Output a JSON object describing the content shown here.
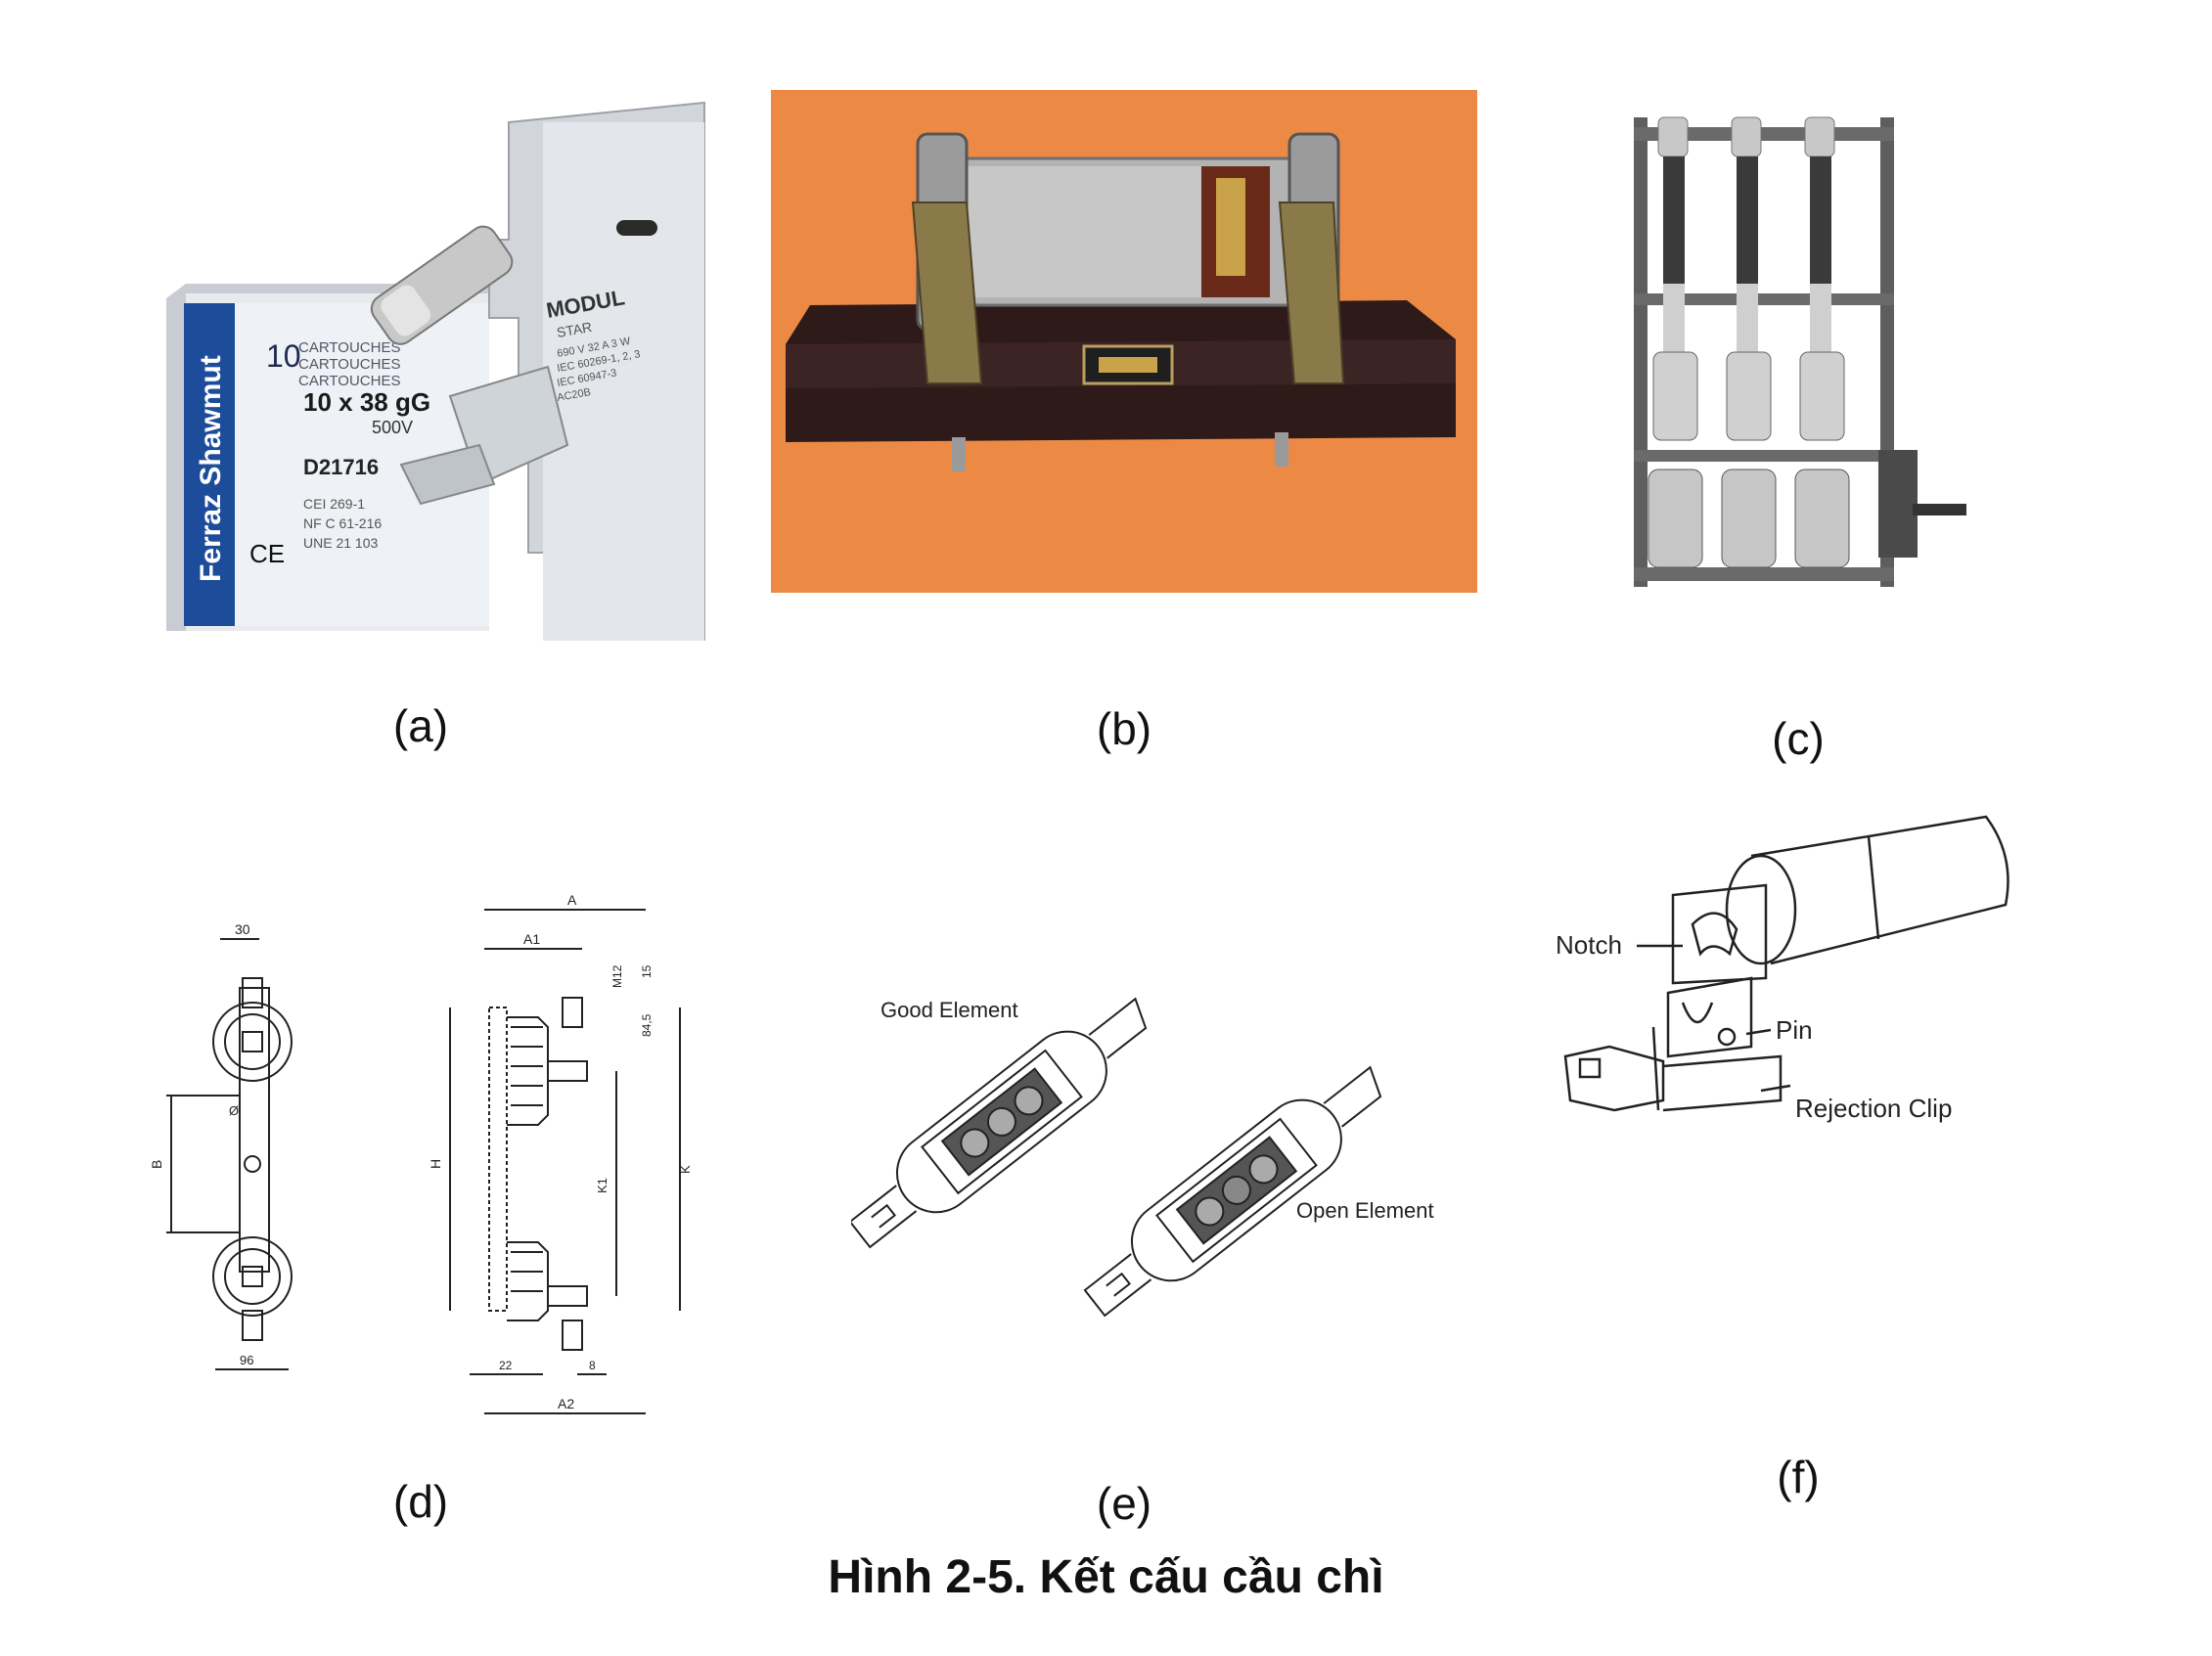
{
  "panels": {
    "a": {
      "caption": "(a)",
      "box_brand": "Ferraz Shawmut",
      "box_count": "10",
      "box_lines": [
        "CARTOUCHES",
        "CARTOUCHES",
        "CARTOUCHES"
      ],
      "box_size": "10 x 38  gG",
      "box_rating": "500V",
      "box_code": "D21716",
      "box_std": [
        "CEI 269-1",
        "NF C 61-216",
        "UNE 21 103"
      ],
      "holder_brand": "MODUL",
      "holder_sub": "STAR",
      "holder_lines": [
        "690 V  32 A  3 W",
        "IEC 60269-1, 2, 3",
        "IEC 60947-3",
        "AC20B"
      ]
    },
    "b": {
      "caption": "(b)",
      "bg_color": "#ec8a45"
    },
    "c": {
      "caption": "(c)"
    },
    "d": {
      "caption": "(d)",
      "dims": [
        "30",
        "B",
        "Ø",
        "96",
        "A",
        "A1",
        "M12",
        "15",
        "84,5",
        "H",
        "K1",
        "K",
        "22",
        "8",
        "A2"
      ]
    },
    "e": {
      "caption": "(e)",
      "label_good": "Good Element",
      "label_open": "Open Element"
    },
    "f": {
      "caption": "(f)",
      "label_notch": "Notch",
      "label_pin": "Pin",
      "label_clip": "Rejection Clip"
    }
  },
  "figure_title": "Hình 2-5. Kết cấu cầu chì"
}
